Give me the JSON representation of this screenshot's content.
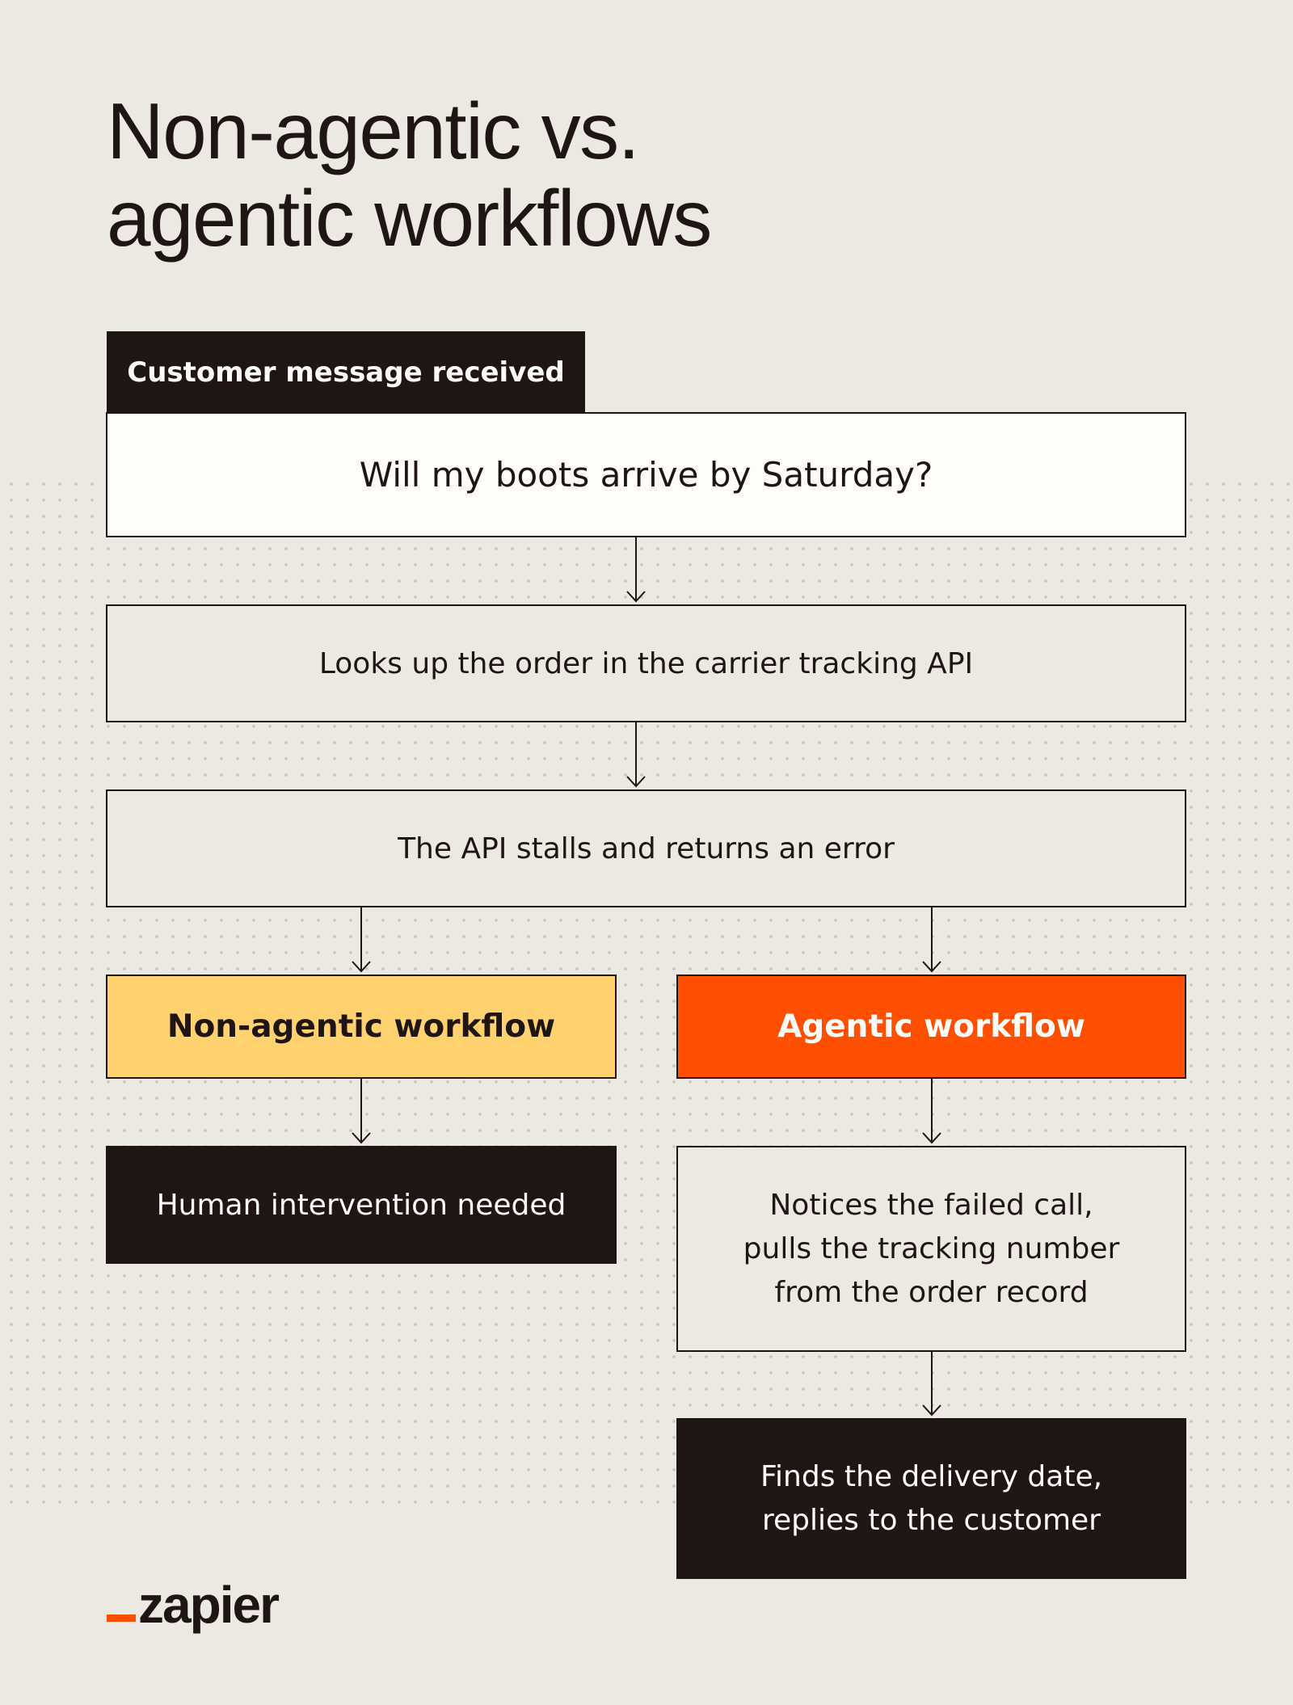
{
  "title": {
    "line1": "Non-agentic vs.",
    "line2": "agentic workflows"
  },
  "trigger": {
    "tab_label": "Customer message received",
    "question": "Will my boots arrive by Saturday?"
  },
  "steps": [
    "Looks up the order in the carrier tracking API",
    "The API stalls and returns an error"
  ],
  "branches": {
    "non_agentic": {
      "label": "Non-agentic workflow",
      "outcome": "Human intervention needed"
    },
    "agentic": {
      "label": "Agentic workflow",
      "step": "Notices the failed call,\npulls the tracking number\nfrom the order record",
      "outcome": "Finds the delivery date,\nreplies to the customer"
    }
  },
  "logo": {
    "text": "zapier"
  },
  "colors": {
    "background": "#ECE9E3",
    "ink": "#201515",
    "cream": "#FFFDF9",
    "non_agentic_fill": "#FFD16F",
    "agentic_fill": "#FF4F00"
  },
  "icons": [
    "arrow-down-icon",
    "zapier-logo"
  ]
}
